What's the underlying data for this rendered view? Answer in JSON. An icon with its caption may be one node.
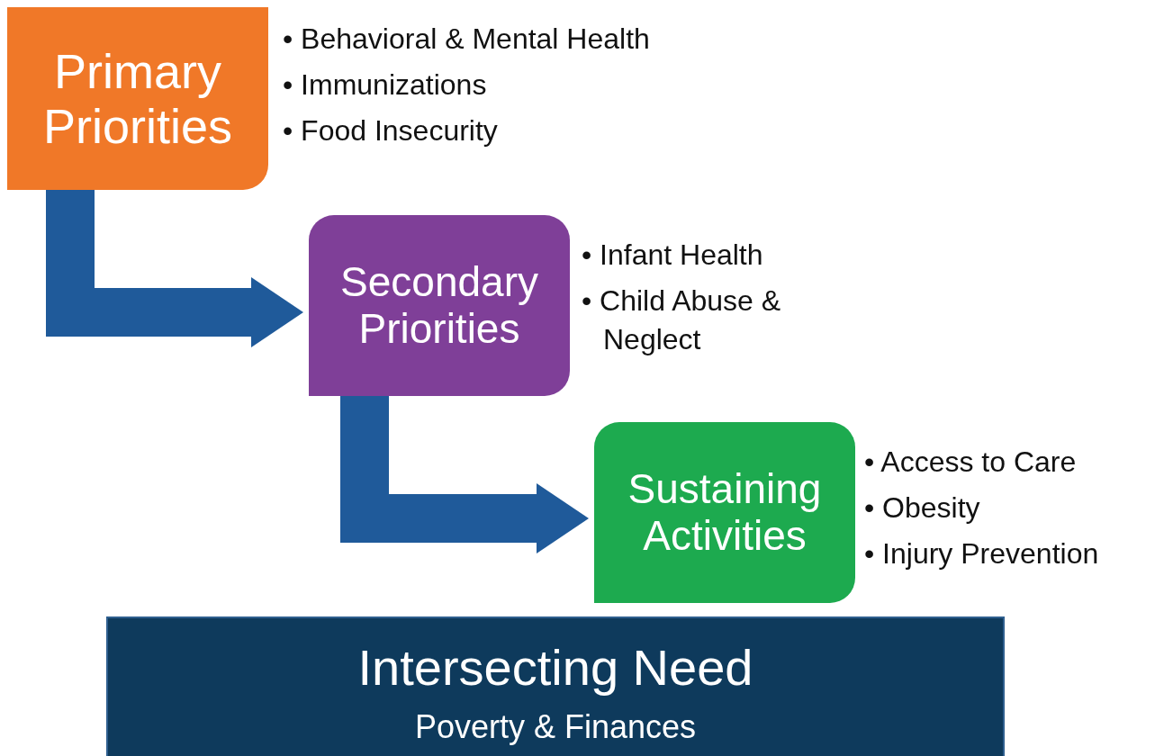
{
  "diagram": {
    "nodes": [
      {
        "text": [
          "Primary Priorities"
        ],
        "beside": [
          "• Behavioral & Mental Health",
          "• Immunizations",
          "• Food Insecurity"
        ]
      },
      {
        "text": [
          "Secondary Priorities"
        ],
        "beside": [
          "• Infant Health",
          "• Child Abuse & Neglect"
        ]
      },
      {
        "text": [
          "Sustaining Activities"
        ],
        "beside": [
          "• Access to Care",
          "• Obesity",
          "• Injury Prevention"
        ]
      },
      {
        "text": [
          "Intersecting Need",
          "Poverty & Finances"
        ]
      }
    ],
    "edges": [
      {
        "from": 0,
        "to": 1,
        "arrow": "to"
      },
      {
        "from": 1,
        "to": 2,
        "arrow": "to"
      }
    ]
  }
}
